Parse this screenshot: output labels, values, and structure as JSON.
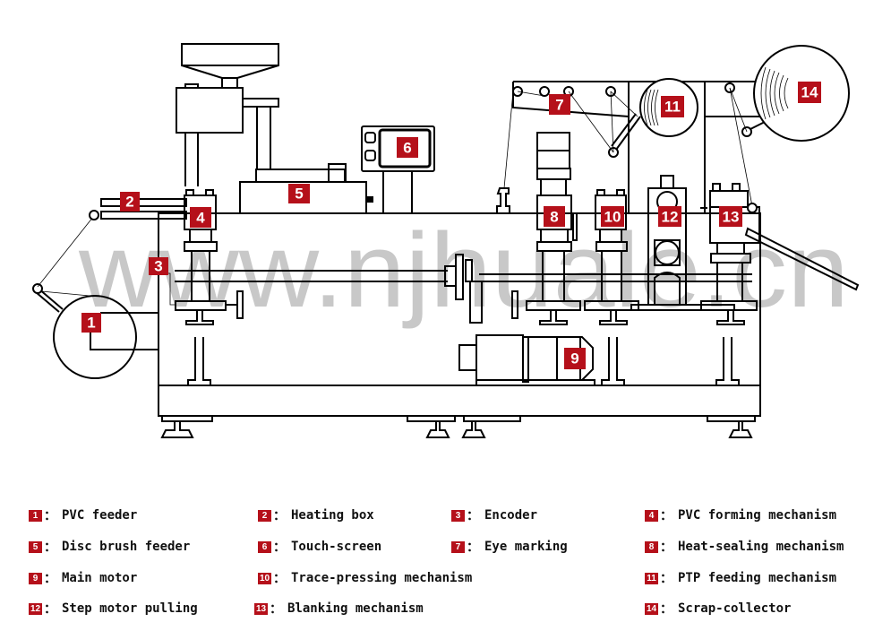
{
  "watermark": "www.njhuale.cn",
  "colors": {
    "badge": "#b5101a",
    "watermark": "#c8c8c8",
    "line": "#000000"
  },
  "callouts": [
    {
      "num": "1",
      "label": "PVC feeder"
    },
    {
      "num": "2",
      "label": "Heating box"
    },
    {
      "num": "3",
      "label": "Encoder"
    },
    {
      "num": "4",
      "label": "PVC forming mechanism"
    },
    {
      "num": "5",
      "label": "Disc brush feeder"
    },
    {
      "num": "6",
      "label": "Touch-screen"
    },
    {
      "num": "7",
      "label": "Eye marking"
    },
    {
      "num": "8",
      "label": "Heat-sealing mechanism"
    },
    {
      "num": "9",
      "label": "Main motor"
    },
    {
      "num": "10",
      "label": "Trace-pressing mechanism"
    },
    {
      "num": "11",
      "label": "PTP feeding mechanism"
    },
    {
      "num": "12",
      "label": "Step motor pulling"
    },
    {
      "num": "13",
      "label": "Blanking mechanism"
    },
    {
      "num": "14",
      "label": "Scrap-collector"
    }
  ],
  "separator": "："
}
